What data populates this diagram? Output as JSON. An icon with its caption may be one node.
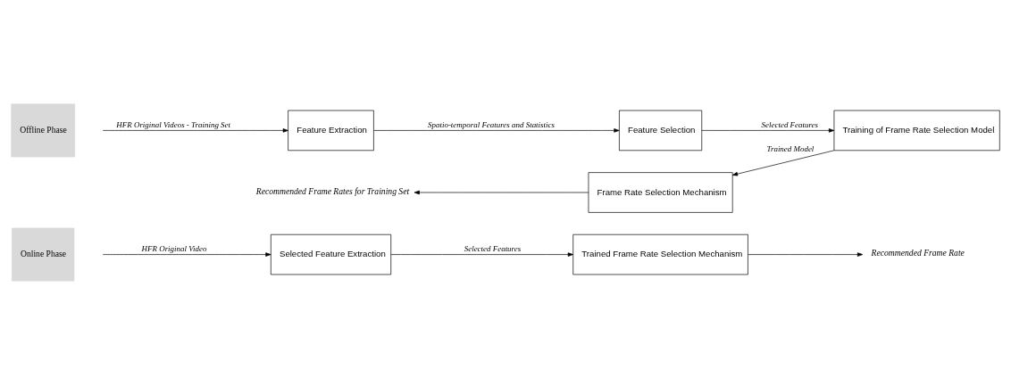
{
  "diagram": {
    "nodes": [
      {
        "text": [
          "Offline Phase"
        ]
      },
      {
        "text": [
          "Feature Extraction"
        ]
      },
      {
        "text": [
          "Feature Selection"
        ]
      },
      {
        "text": [
          "Training of Frame Rate Selection Model"
        ]
      },
      {
        "text": [
          "Frame Rate Selection Mechanism"
        ]
      },
      {
        "text": [
          "Recommended Frame Rates for Training Set"
        ]
      },
      {
        "text": [
          "Online Phase"
        ]
      },
      {
        "text": [
          "Selected Feature Extraction"
        ]
      },
      {
        "text": [
          "Trained Frame Rate Selection Mechanism"
        ]
      },
      {
        "text": [
          "Recommended Frame Rate"
        ]
      }
    ],
    "edges": [
      {
        "from": null,
        "to": 1,
        "arrow": "to",
        "label": "HFR Original Videos - Training Set"
      },
      {
        "from": 1,
        "to": 2,
        "arrow": "to",
        "label": "Spatio-temporal Features and Statistics"
      },
      {
        "from": 2,
        "to": 3,
        "arrow": "to",
        "label": "Selected Features"
      },
      {
        "from": 3,
        "to": 4,
        "arrow": "to",
        "label": "Trained Model"
      },
      {
        "from": 4,
        "to": 5,
        "arrow": "to"
      },
      {
        "from": null,
        "to": 7,
        "arrow": "to",
        "label": "HFR Original Video"
      },
      {
        "from": 7,
        "to": 8,
        "arrow": "to",
        "label": "Selected Features"
      },
      {
        "from": 8,
        "to": 9,
        "arrow": "to"
      }
    ]
  }
}
